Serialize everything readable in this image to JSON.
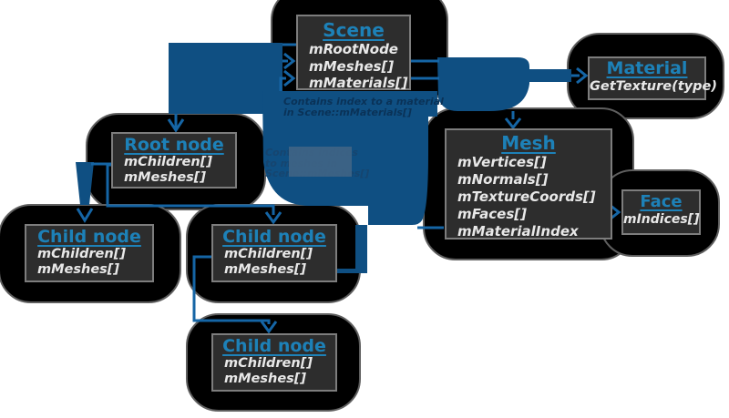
{
  "diagram": {
    "nodes": [
      {
        "id": "scene",
        "title": "Scene",
        "fields": [
          "mRootNode",
          "mMeshes[]",
          "mMaterials[]"
        ]
      },
      {
        "id": "material",
        "title": "Material",
        "fields": [
          "GetTexture(type)"
        ]
      },
      {
        "id": "mesh",
        "title": "Mesh",
        "fields": [
          "mVertices[]",
          "mNormals[]",
          "mTextureCoords[]",
          "mFaces[]",
          "mMaterialIndex"
        ]
      },
      {
        "id": "face",
        "title": "Face",
        "fields": [
          "mIndices[]"
        ]
      },
      {
        "id": "root-node",
        "title": "Root node",
        "fields": [
          "mChildren[]",
          "mMeshes[]"
        ]
      },
      {
        "id": "child-node-1",
        "title": "Child node",
        "fields": [
          "mChildren[]",
          "mMeshes[]"
        ]
      },
      {
        "id": "child-node-2",
        "title": "Child node",
        "fields": [
          "mChildren[]",
          "mMeshes[]"
        ]
      },
      {
        "id": "child-node-3",
        "title": "Child node",
        "fields": [
          "mChildren[]",
          "mMeshes[]"
        ]
      }
    ],
    "annotations": [
      {
        "line1": "Contains index to a material",
        "line2": "in Scene::mMaterials[]"
      },
      {
        "line1": "Contains indices",
        "line2": "to meshes in",
        "line3": "Scene::mMeshes[]"
      }
    ],
    "colors": {
      "background": "#ffffff",
      "blob_black": "#000000",
      "box_fill": "#2d2d2d",
      "box_border": "#7d7d7d",
      "title_blue": "#1d81b8",
      "field_text": "#e8e8e8",
      "arrow_fill_blue": "#0f4f82",
      "arrow_line_blue": "#1565a5",
      "annotation_navy": "#0a3257"
    }
  }
}
